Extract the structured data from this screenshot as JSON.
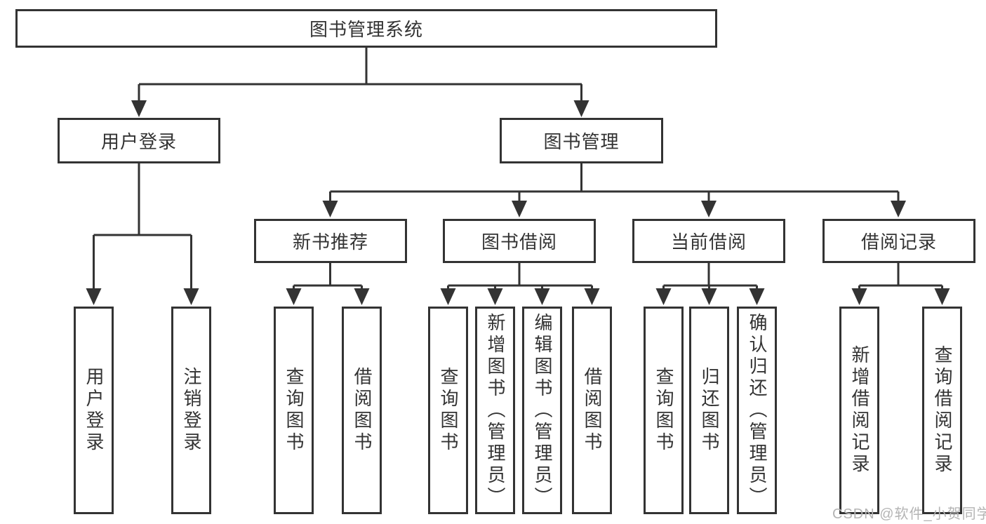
{
  "diagram": {
    "type": "hierarchy",
    "root": {
      "label": "图书管理系统"
    },
    "level2": [
      {
        "id": "user-login",
        "label": "用户登录",
        "children": [
          "用户登录",
          "注销登录"
        ]
      },
      {
        "id": "book-management",
        "label": "图书管理"
      }
    ],
    "level3": [
      {
        "id": "new-book-recommendation",
        "label": "新书推荐",
        "children": [
          "查询图书",
          "借阅图书"
        ]
      },
      {
        "id": "book-borrowing",
        "label": "图书借阅",
        "children": [
          "查询图书",
          "新增图书（管理员）",
          "编辑图书（管理员）",
          "借阅图书"
        ]
      },
      {
        "id": "current-borrowing",
        "label": "当前借阅",
        "children": [
          "查询图书",
          "归还图书",
          "确认归还（管理员）"
        ]
      },
      {
        "id": "borrowing-records",
        "label": "借阅记录",
        "children": [
          "新增借阅记录",
          "查询借阅记录"
        ]
      }
    ],
    "colors": {
      "line": "#333333",
      "border": "#333333",
      "text": "#333333",
      "background": "#ffffff"
    }
  },
  "watermark": {
    "text": "CSDN @软件_小贺同学",
    "color": "#b4b4b4"
  }
}
